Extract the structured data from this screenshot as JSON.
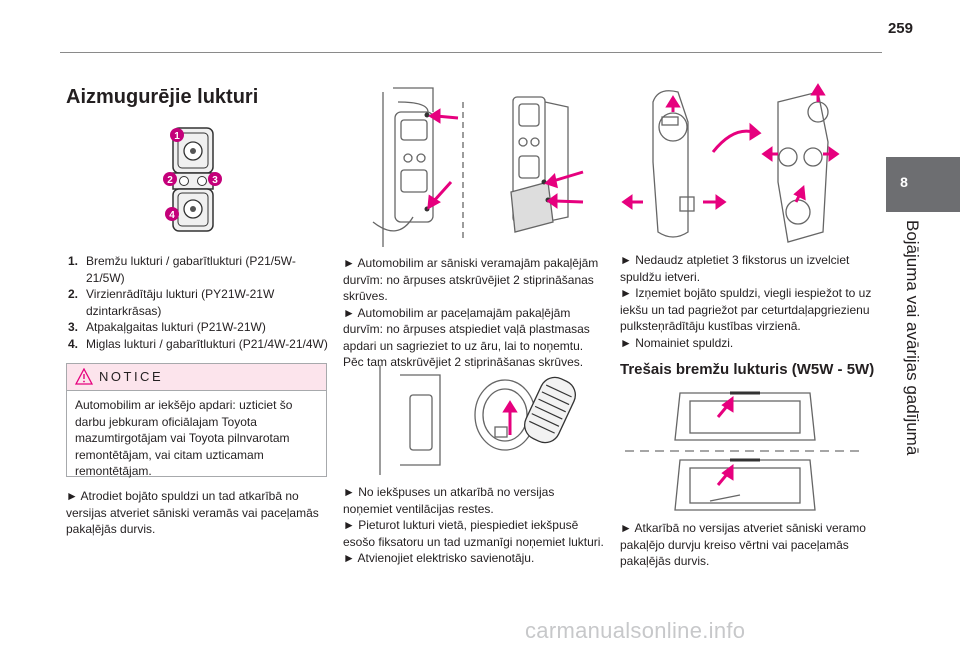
{
  "page_number": "259",
  "side_tab": {
    "number": "8",
    "label": "Bojājuma vai avārijas gadījumā"
  },
  "left_column": {
    "title": "Aizmugurējie lukturi",
    "diagram_callouts": [
      "1",
      "2",
      "3",
      "4"
    ],
    "list": [
      {
        "num": "1.",
        "text": "Bremžu lukturi / gabarītlukturi (P21/5W-21/5W)"
      },
      {
        "num": "2.",
        "text": "Virzienrādītāju lukturi (PY21W-21W dzintarkrāsas)"
      },
      {
        "num": "3.",
        "text": "Atpakaļgaitas lukturi (P21W-21W)"
      },
      {
        "num": "4.",
        "text": "Miglas lukturi / gabarītlukturi (P21/4W-21/4W)"
      }
    ],
    "notice": {
      "heading": "NOTICE",
      "body": "Automobilim ar iekšējo apdari: uzticiet šo darbu jebkuram oficiālajam Toyota mazumtirgotājam vai Toyota pilnvarotam remontētājam, vai citam uzticamam remontētājam."
    },
    "instruction": "► Atrodiet bojāto spuldzi un tad atkarībā no versijas atveriet sāniski veramās vai paceļamās pakaļējās durvis."
  },
  "middle_column": {
    "instruction_1": "► Automobilim ar sāniski veramajām pakaļējām durvīm: no ārpuses atskrūvējiet 2 stiprināšanas skrūves.\n► Automobilim ar paceļamajām pakaļējām durvīm: no ārpuses atspiediet vaļā plastmasas apdari un sagrieziet to uz āru, lai to noņemtu. Pēc tam atskrūvējiet 2 stiprināšanas skrūves.",
    "instruction_2": "► No iekšpuses un atkarībā no versijas noņemiet ventilācijas restes.\n► Pieturot lukturi vietā, piespiediet iekšpusē esošo fiksatoru un tad uzmanīgi noņemiet lukturi.\n► Atvienojiet elektrisko savienotāju."
  },
  "right_column": {
    "instruction_1": "► Nedaudz atpletiet 3 fikstorus un izvelciet spuldžu ietveri.\n► Izņemiet bojāto spuldzi, viegli iespiežot to uz iekšu un tad pagriežot par ceturtdaļapgriezienu pulksteņrādītāju kustības virzienā.\n► Nomainiet spuldzi.",
    "title": "Trešais bremžu lukturis (W5W - 5W)",
    "instruction_2": "► Atkarībā no versijas atveriet sāniski veramo pakaļējo durvju kreiso vērtni vai paceļamās pakaļējās durvis."
  },
  "watermark": "carmanualsonline.info",
  "colors": {
    "accent_pink": "#e6007e",
    "side_tab": "#6d6e71",
    "notice_head": "#fce4ec",
    "callout": "#c4007a"
  }
}
